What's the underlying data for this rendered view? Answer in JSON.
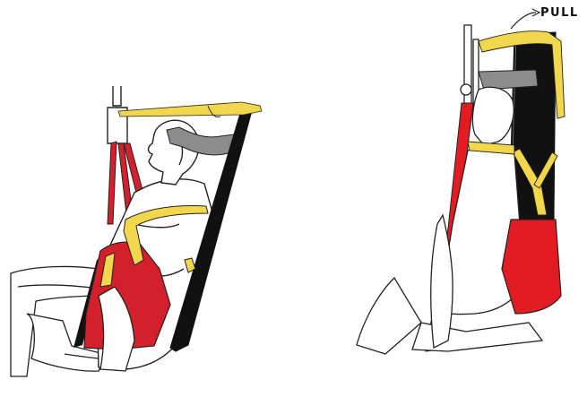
{
  "diagram": {
    "left_panel": {
      "name": "sling-side-view"
    },
    "right_panel": {
      "name": "sling-front-view",
      "pull_label": "PULL"
    }
  },
  "colors": {
    "strap_red": "#e31b23",
    "sling_red": "#d4202a",
    "strap_yellow": "#f2d64b",
    "strap_black": "#111111",
    "head_support_gray": "#8c8c8c",
    "outline": "#222222"
  }
}
